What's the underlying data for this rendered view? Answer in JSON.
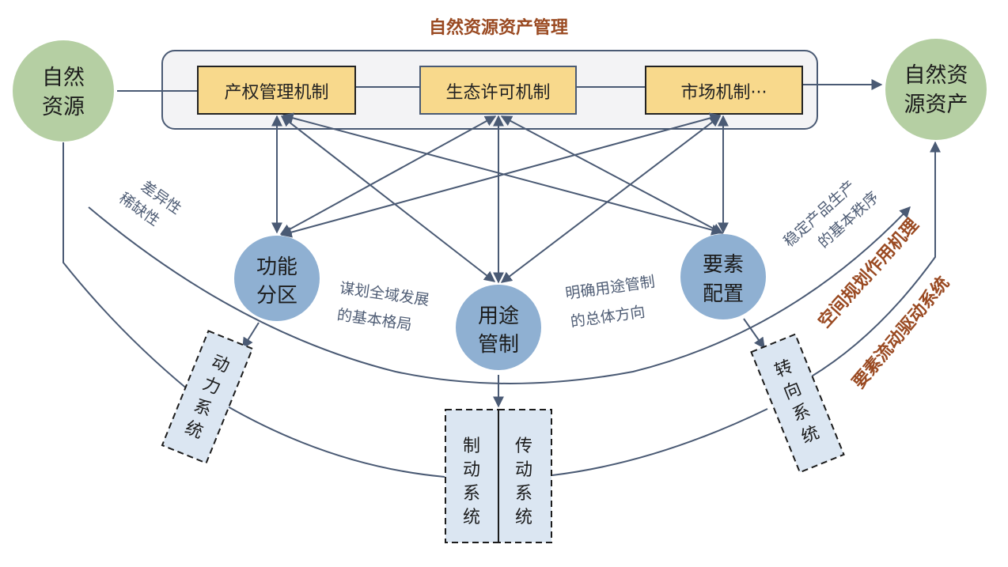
{
  "title": "自然资源资产管理",
  "nodes": {
    "source": {
      "line1": "自然",
      "line2": "资源"
    },
    "target": {
      "line1": "自然资",
      "line2": "源资产"
    },
    "mechanisms": [
      {
        "label": "产权管理机制"
      },
      {
        "label": "生态许可机制"
      },
      {
        "label": "市场机制···"
      }
    ],
    "functions": [
      {
        "line1": "功能",
        "line2": "分区"
      },
      {
        "line1": "用途",
        "line2": "管制"
      },
      {
        "line1": "要素",
        "line2": "配置"
      }
    ],
    "systems": [
      {
        "chars": [
          "动",
          "力",
          "系",
          "统"
        ]
      },
      {
        "chars": [
          "制",
          "动",
          "系",
          "统"
        ]
      },
      {
        "chars": [
          "传",
          "动",
          "系",
          "统"
        ]
      },
      {
        "chars": [
          "转",
          "向",
          "系",
          "统"
        ]
      }
    ]
  },
  "annotations": {
    "traits": {
      "line1": "差异性",
      "line2": "稀缺性"
    },
    "zoning_desc": {
      "line1": "谋划全域发展",
      "line2": "的基本格局"
    },
    "control_desc": {
      "line1": "明确用途管制",
      "line2": "的总体方向"
    },
    "allocation_desc": {
      "line1": "稳定产品生产",
      "line2": "的基本秩序"
    },
    "mechanism_label": "空间规划作用机理",
    "driver_label": "要素流动驱动系统"
  },
  "colors": {
    "line": "#4a5a74",
    "green_node": "#b5cfa3",
    "blue_node": "#8fb0d2",
    "mechanism_fill": "#f8d98c",
    "container_fill": "#f3f3f5",
    "system_fill": "#dbe6f2",
    "accent_text": "#9a4a22",
    "muted_text": "#4f5d75"
  }
}
